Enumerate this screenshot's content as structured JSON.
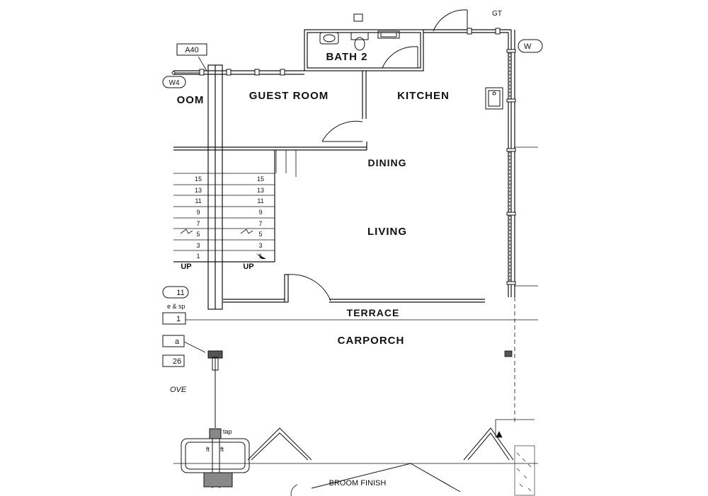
{
  "rooms": {
    "bath2": "BATH 2",
    "guest_room": "GUEST ROOM",
    "kitchen": "KITCHEN",
    "dining": "DINING",
    "living": "LIVING",
    "terrace": "TERRACE",
    "carporch": "CARPORCH",
    "room_partial": "OOM"
  },
  "tags": {
    "a40": "A40",
    "gt": "GT",
    "w_right": "W",
    "w4": "W4",
    "e11": "11",
    "e1": "1",
    "a": "a",
    "e26": "26",
    "ove": "OVE",
    "sp": "e & sp",
    "tap": "tap",
    "ft1": "ft",
    "ft2": "ft"
  },
  "stairs": {
    "up_left": "UP",
    "up_right": "UP",
    "steps_left": [
      "15",
      "13",
      "11",
      "9",
      "7",
      "5",
      "3",
      "1"
    ],
    "steps_right": [
      "15",
      "13",
      "11",
      "9",
      "7",
      "5",
      "3",
      "1"
    ]
  },
  "annotations": {
    "broom_finish": "BROOM FINISH"
  }
}
